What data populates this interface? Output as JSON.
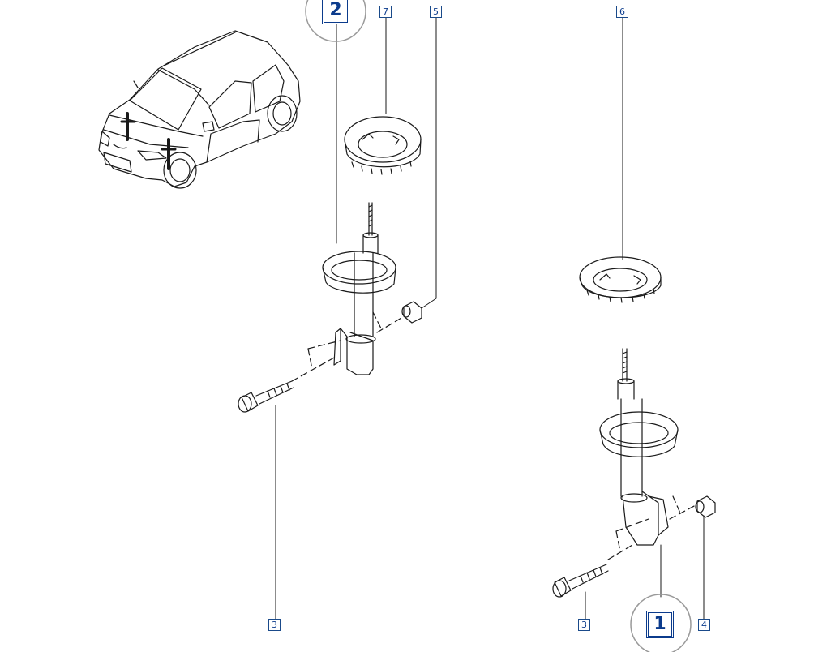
{
  "callouts": {
    "c2": "2",
    "c7": "7",
    "c5": "5",
    "c6": "6",
    "c3a": "3",
    "c3b": "3",
    "c1": "1",
    "c4": "4"
  },
  "colors": {
    "line": "#1a1a1a",
    "callout_text": "#0b3b8c",
    "circle": "#9a9a9a"
  }
}
